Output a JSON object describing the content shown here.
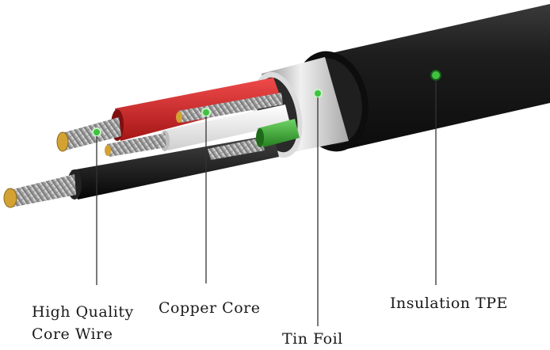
{
  "labels": {
    "core_wire_line1": "High Quality",
    "core_wire_line2": "Core Wire",
    "copper_core": "Copper Core",
    "tin_foil": "Tin Foil",
    "insulation": "Insulation TPE"
  },
  "colors": {
    "outer_jacket": "#1b1b1b",
    "foil": "#c9c9c9",
    "red_wire": "#d42a2a",
    "white_wire": "#f2f2f2",
    "green_wire": "#3fae3a",
    "black_wire": "#111111",
    "strand": "#bfbfbf",
    "copper_end": "#d3a233",
    "marker": "#3fc23f"
  }
}
